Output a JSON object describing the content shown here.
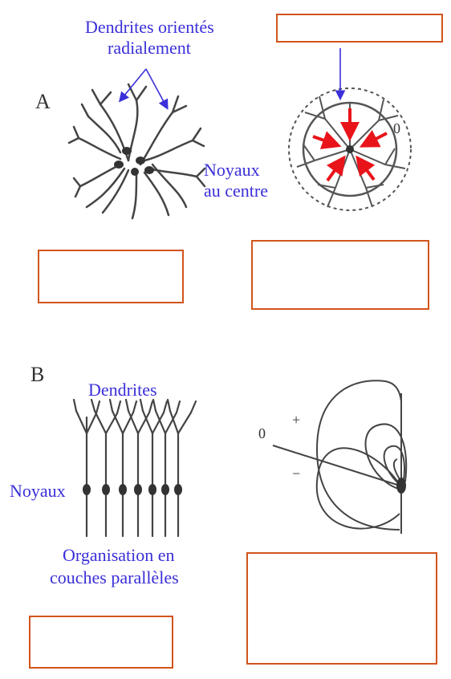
{
  "panels": {
    "a": "A",
    "b": "B"
  },
  "labels": {
    "dendrites_radial_line1": "Dendrites orientés",
    "dendrites_radial_line2": "radialement",
    "nuclei_center_line1": "Noyaux",
    "nuclei_center_line2": "au centre",
    "dendrites": "Dendrites",
    "nuclei": "Noyaux",
    "parallel_line1": "Organisation en",
    "parallel_line2": "couches parallèles"
  },
  "field_markers": {
    "zero_a": "0",
    "zero_b": "0",
    "plus": "+",
    "minus": "−"
  },
  "colors": {
    "label_text": "#3a2fd8",
    "box_border": "#d2541c",
    "red_arrow": "#e8141a",
    "drawing": "#444444"
  }
}
